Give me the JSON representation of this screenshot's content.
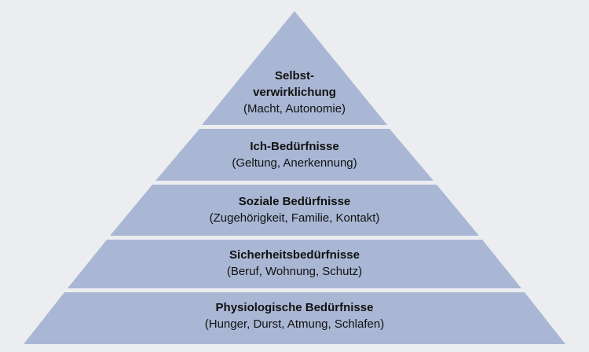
{
  "colors": {
    "background": "#ecedf0",
    "tier_fill": "#a9b7d4",
    "text": "#111111"
  },
  "pyramid": {
    "levels": [
      {
        "title_line1": "Selbst-",
        "title_line2": "verwirklichung",
        "detail": "(Macht, Autonomie)"
      },
      {
        "title": "Ich-Bedürfnisse",
        "detail": "(Geltung, Anerkennung)"
      },
      {
        "title": "Soziale Bedürfnisse",
        "detail": "(Zugehörigkeit, Familie, Kontakt)"
      },
      {
        "title": "Sicherheitsbedürfnisse",
        "detail": "(Beruf, Wohnung, Schutz)"
      },
      {
        "title": "Physiologische Bedürfnisse",
        "detail": "(Hunger, Durst, Atmung, Schlafen)"
      }
    ]
  }
}
